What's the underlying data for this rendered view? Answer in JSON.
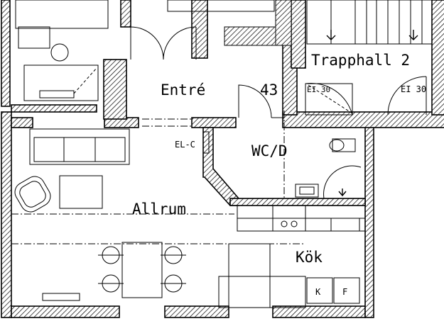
{
  "rooms": {
    "entre": "Entré",
    "trapphall": "Trapphall 2",
    "wc": "WC/D",
    "allrum": "Allrum",
    "kok": "Kök"
  },
  "markers": {
    "door_number": "43",
    "fire_rating_left": "EI 30",
    "fire_rating_right": "EI 30",
    "el_cabinet": "EL-C",
    "fridge": "K",
    "freezer": "F"
  }
}
